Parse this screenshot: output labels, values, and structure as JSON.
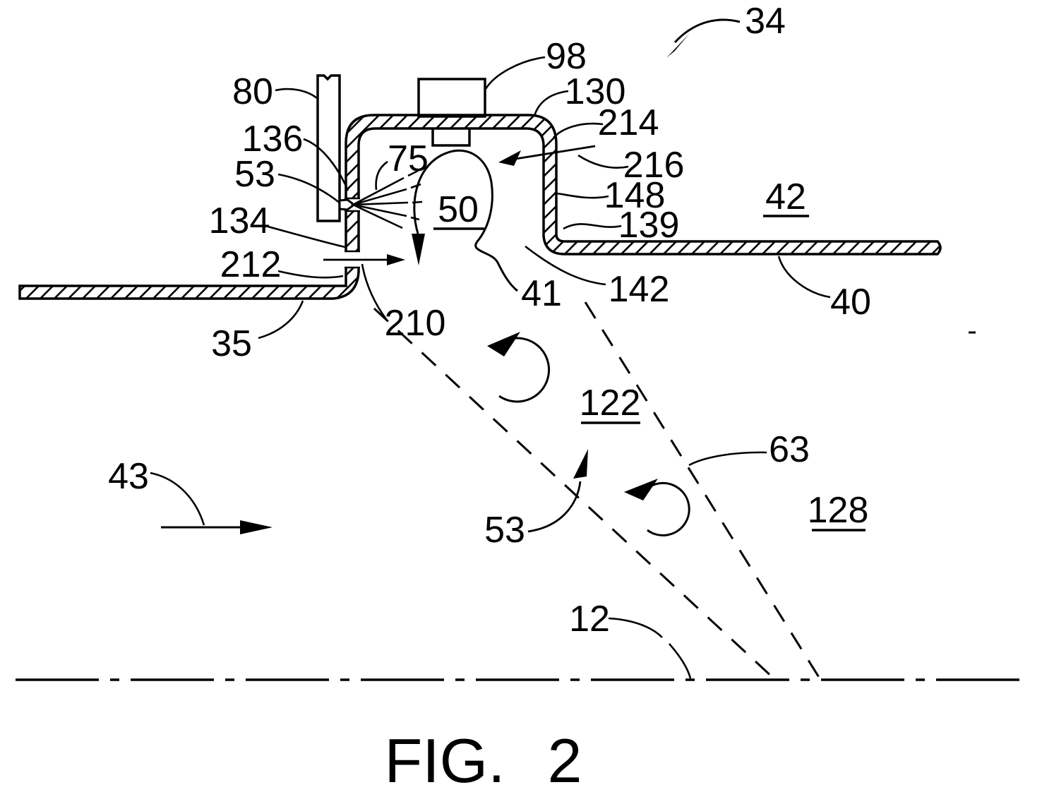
{
  "figure": {
    "caption_prefix": "FIG.",
    "caption_number": "2"
  },
  "colors": {
    "ink": "#000000",
    "background": "#ffffff"
  },
  "labels": {
    "l34": "34",
    "l98": "98",
    "l80": "80",
    "l130": "130",
    "l136": "136",
    "l214": "214",
    "l53_upper": "53",
    "l216": "216",
    "l75": "75",
    "l148": "148",
    "l50": "50",
    "l42": "42",
    "l139": "139",
    "l134": "134",
    "l212": "212",
    "l41": "41",
    "l142": "142",
    "l40": "40",
    "l35": "35",
    "l210": "210",
    "l122": "122",
    "l63": "63",
    "l43": "43",
    "l53_lower": "53",
    "l128": "128",
    "l12": "12"
  }
}
